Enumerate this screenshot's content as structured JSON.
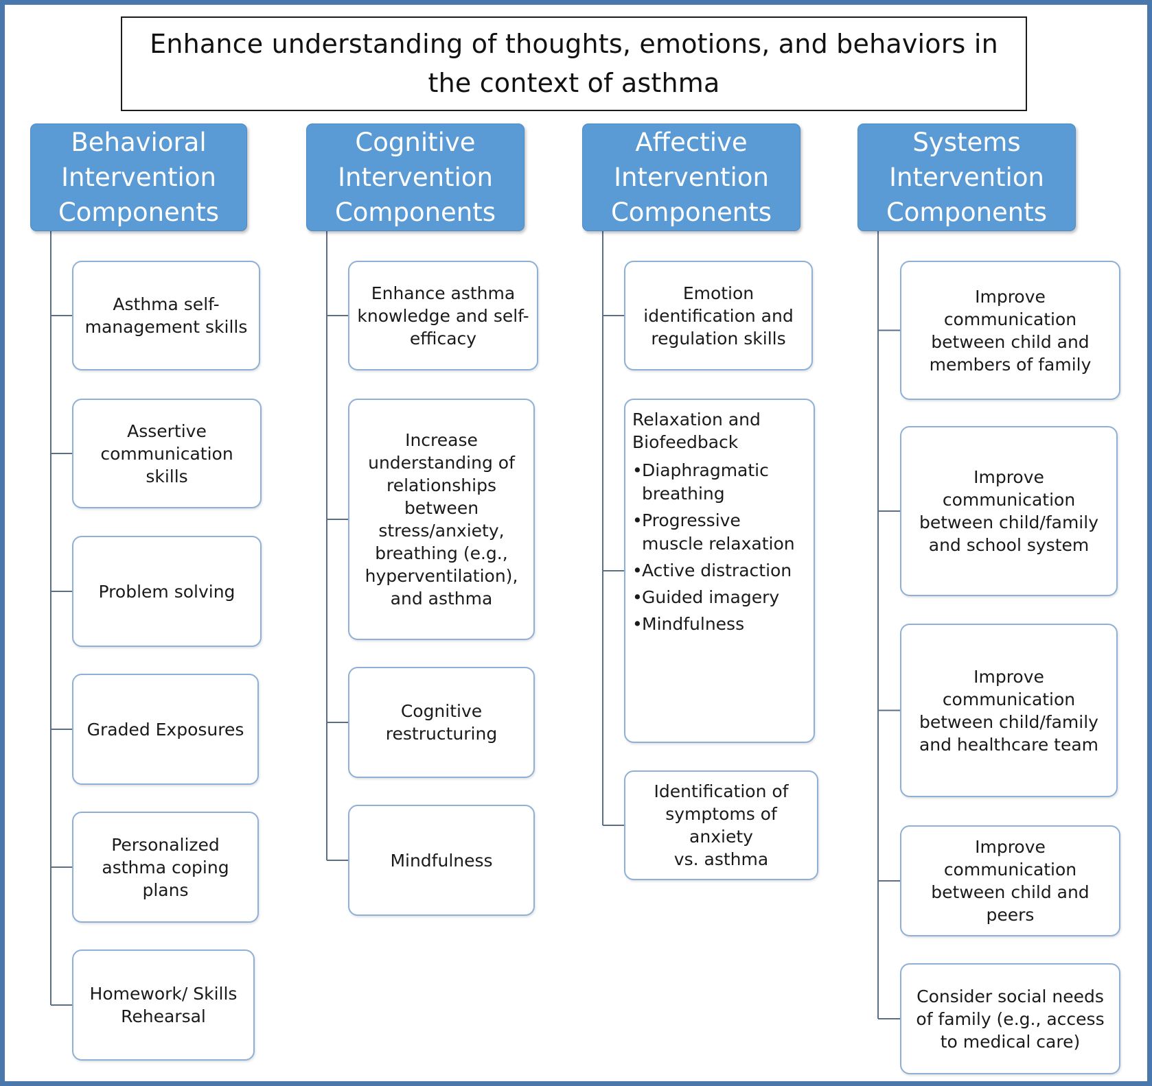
{
  "diagram": {
    "title": "Enhance understanding of thoughts, emotions, and behaviors in the context of asthma",
    "colors": {
      "frame": "#4a78ad",
      "header_fill": "#5b9bd5",
      "card_border": "#8eb0d6",
      "connector": "#5a6f86"
    },
    "columns": [
      {
        "header": "Behavioral\nIntervention\nComponents",
        "items": [
          "Asthma self-\nmanagement skills",
          "Assertive\ncommunication\nskills",
          "Problem solving",
          "Graded Exposures",
          "Personalized\nasthma coping\nplans",
          "Homework/ Skills\nRehearsal"
        ]
      },
      {
        "header": "Cognitive\nIntervention\nComponents",
        "items": [
          "Enhance asthma\nknowledge and self-\nefficacy",
          "Increase\nunderstanding of\nrelationships\nbetween\nstress/anxiety,\nbreathing (e.g.,\nhyperventilation),\nand asthma",
          "Cognitive\nrestructuring",
          "Mindfulness"
        ]
      },
      {
        "header": "Affective\nIntervention\nComponents",
        "items": [
          "Emotion\nidentification and\nregulation skills",
          {
            "heading": "Relaxation and\nBiofeedback",
            "bullets": [
              "Diaphragmatic\nbreathing",
              "Progressive\nmuscle relaxation",
              "Active distraction",
              "Guided imagery",
              "Mindfulness"
            ]
          },
          "Identification of\nsymptoms of anxiety\nvs. asthma"
        ]
      },
      {
        "header": "Systems\nIntervention\nComponents",
        "items": [
          "Improve\ncommunication\nbetween child and\nmembers of family",
          "Improve\ncommunication\nbetween child/family\nand school system",
          "Improve\ncommunication\nbetween child/family\nand healthcare team",
          "Improve\ncommunication\nbetween child and\npeers",
          "Consider social needs\nof family (e.g., access\nto medical care)"
        ]
      }
    ]
  }
}
